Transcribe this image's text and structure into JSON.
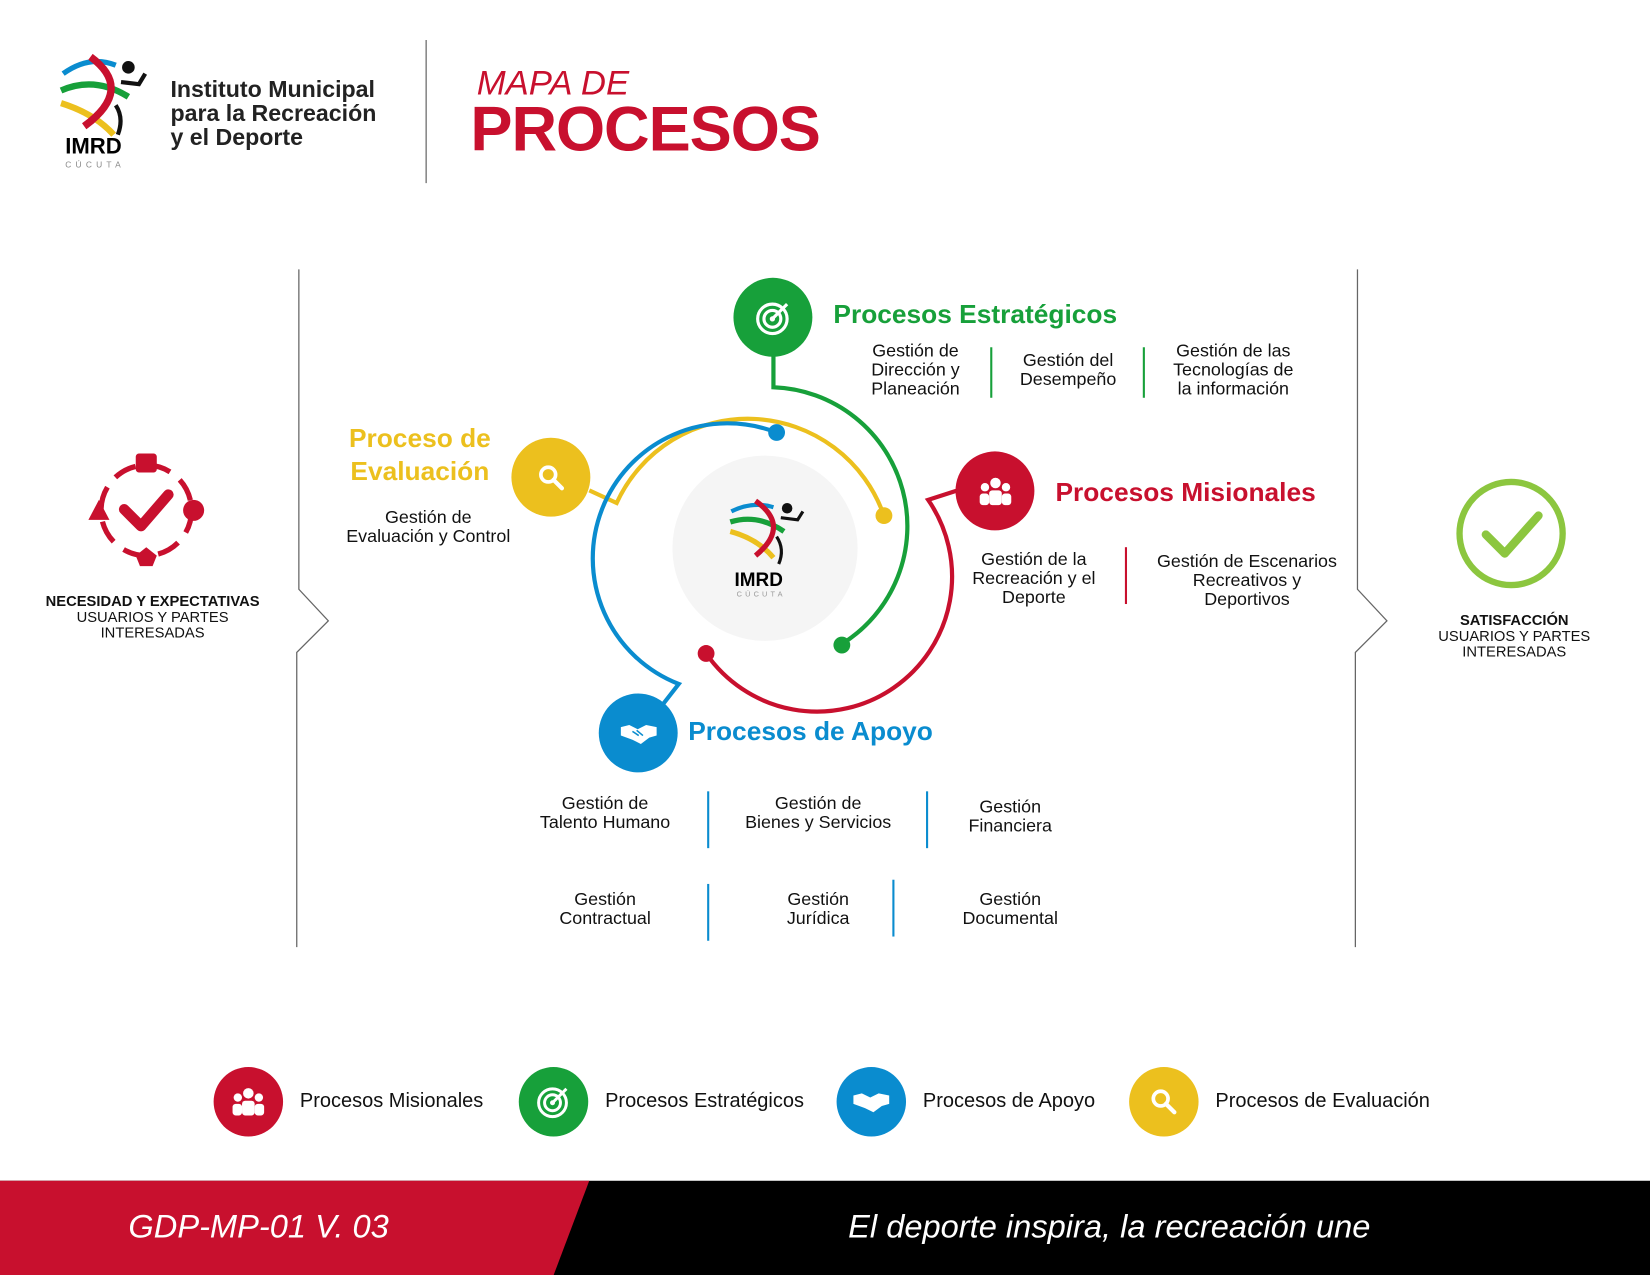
{
  "header": {
    "logo_text": "IMRD",
    "logo_sub": "CÚCUTA",
    "org_name": [
      "Instituto Municipal",
      "para la Recreación",
      "y el Deporte"
    ],
    "title_small": "MAPA DE",
    "title_big": "PROCESOS"
  },
  "left": {
    "title": "NECESIDAD Y EXPECTATIVAS",
    "sub": [
      "USUARIOS Y PARTES",
      "INTERESADAS"
    ]
  },
  "right": {
    "title": "SATISFACCIÓN",
    "sub": [
      "USUARIOS Y PARTES",
      "INTERESADAS"
    ]
  },
  "center_logo": {
    "text": "IMRD",
    "sub": "CÚCUTA"
  },
  "estrategicos": {
    "title": "Procesos Estratégicos",
    "items": [
      [
        "Gestión de",
        "Dirección y",
        "Planeación"
      ],
      [
        "Gestión del",
        "Desempeño"
      ],
      [
        "Gestión de las",
        "Tecnologías de",
        "la información"
      ]
    ]
  },
  "misionales": {
    "title": "Procesos Misionales",
    "items": [
      [
        "Gestión de la",
        "Recreación y el",
        "Deporte"
      ],
      [
        "Gestión de Escenarios",
        "Recreativos y",
        "Deportivos"
      ]
    ]
  },
  "evaluacion": {
    "title": [
      "Proceso de",
      "Evaluación"
    ],
    "items": [
      [
        "Gestión de",
        "Evaluación y Control"
      ]
    ]
  },
  "apoyo": {
    "title": "Procesos de Apoyo",
    "items": [
      [
        "Gestión de",
        "Talento Humano"
      ],
      [
        "Gestión de",
        "Bienes y Servicios"
      ],
      [
        "Gestión",
        "Financiera"
      ],
      [
        "Gestión",
        "Contractual"
      ],
      [
        "Gestión",
        "Jurídica"
      ],
      [
        "Gestión",
        "Documental"
      ]
    ]
  },
  "legend": [
    "Procesos Misionales",
    "Procesos Estratégicos",
    "Procesos de Apoyo",
    "Procesos de Evaluación"
  ],
  "footer": {
    "code": "GDP-MP-01 V. 03",
    "slogan": "El deporte inspira, la recreación une"
  },
  "colors": {
    "green": "#17a03a",
    "red": "#c8102e",
    "blue": "#0a8ccf",
    "yellow": "#ecc01e",
    "check": "#8cc63f"
  }
}
